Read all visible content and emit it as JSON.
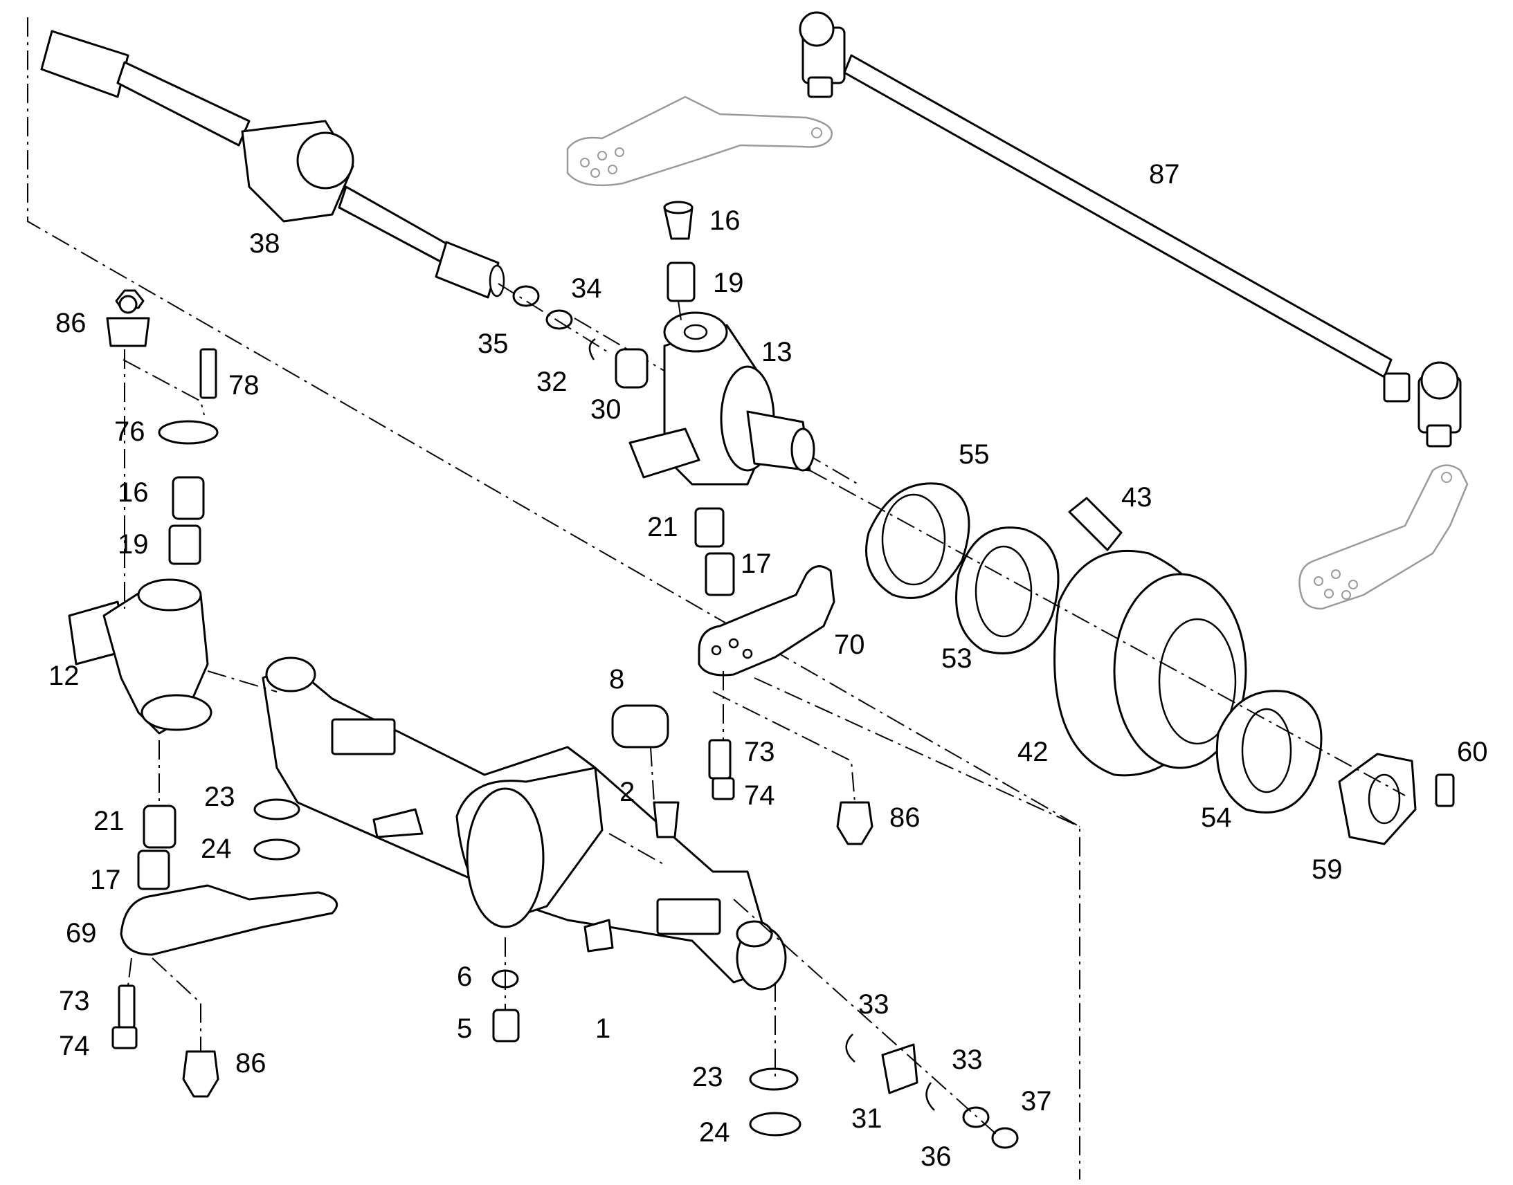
{
  "callouts": [
    {
      "id": "87",
      "text": "87"
    },
    {
      "id": "38",
      "text": "38"
    },
    {
      "id": "16a",
      "text": "16"
    },
    {
      "id": "19a",
      "text": "19"
    },
    {
      "id": "34",
      "text": "34"
    },
    {
      "id": "86a",
      "text": "86"
    },
    {
      "id": "35",
      "text": "35"
    },
    {
      "id": "13",
      "text": "13"
    },
    {
      "id": "78",
      "text": "78"
    },
    {
      "id": "32",
      "text": "32"
    },
    {
      "id": "76",
      "text": "76"
    },
    {
      "id": "30",
      "text": "30"
    },
    {
      "id": "55",
      "text": "55"
    },
    {
      "id": "16b",
      "text": "16"
    },
    {
      "id": "43",
      "text": "43"
    },
    {
      "id": "21a",
      "text": "21"
    },
    {
      "id": "19b",
      "text": "19"
    },
    {
      "id": "17a",
      "text": "17"
    },
    {
      "id": "70",
      "text": "70"
    },
    {
      "id": "53",
      "text": "53"
    },
    {
      "id": "12",
      "text": "12"
    },
    {
      "id": "8",
      "text": "8"
    },
    {
      "id": "73a",
      "text": "73"
    },
    {
      "id": "42",
      "text": "42"
    },
    {
      "id": "60",
      "text": "60"
    },
    {
      "id": "74a",
      "text": "74"
    },
    {
      "id": "23a",
      "text": "23"
    },
    {
      "id": "2",
      "text": "2"
    },
    {
      "id": "86b",
      "text": "86"
    },
    {
      "id": "21b",
      "text": "21"
    },
    {
      "id": "54",
      "text": "54"
    },
    {
      "id": "24a",
      "text": "24"
    },
    {
      "id": "17b",
      "text": "17"
    },
    {
      "id": "59",
      "text": "59"
    },
    {
      "id": "69",
      "text": "69"
    },
    {
      "id": "6",
      "text": "6"
    },
    {
      "id": "33a",
      "text": "33"
    },
    {
      "id": "73b",
      "text": "73"
    },
    {
      "id": "5",
      "text": "5"
    },
    {
      "id": "1",
      "text": "1"
    },
    {
      "id": "33b",
      "text": "33"
    },
    {
      "id": "74b",
      "text": "74"
    },
    {
      "id": "86c",
      "text": "86"
    },
    {
      "id": "23b",
      "text": "23"
    },
    {
      "id": "37",
      "text": "37"
    },
    {
      "id": "31",
      "text": "31"
    },
    {
      "id": "24b",
      "text": "24"
    },
    {
      "id": "36",
      "text": "36"
    }
  ]
}
